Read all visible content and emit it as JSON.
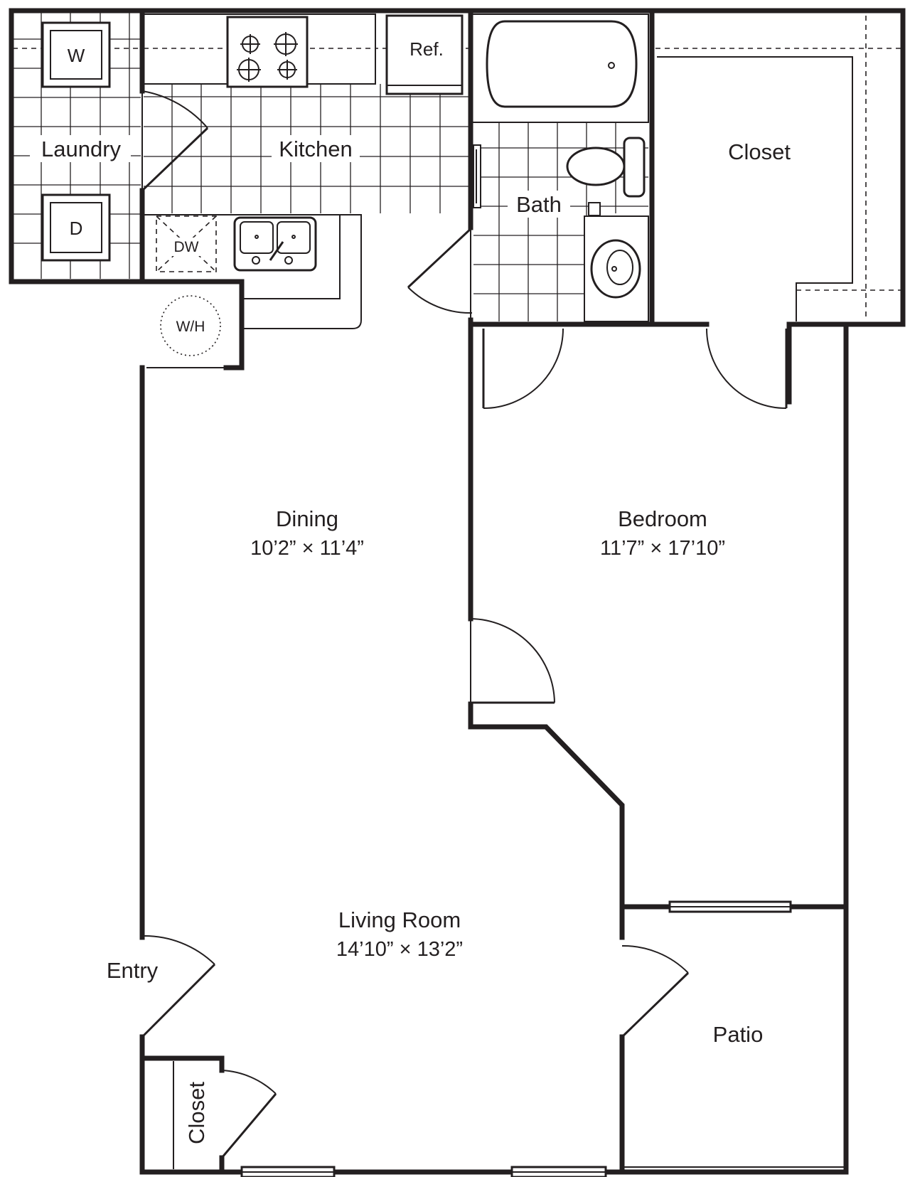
{
  "rooms": {
    "laundry": {
      "name": "Laundry",
      "washer": "W",
      "dryer": "D"
    },
    "kitchen": {
      "name": "Kitchen",
      "fridge": "Ref.",
      "dishwasher": "DW",
      "water_heater": "W/H"
    },
    "bath": {
      "name": "Bath"
    },
    "master_closet": {
      "name": "Closet"
    },
    "dining": {
      "name": "Dining",
      "size": "10’2” × 11’4”"
    },
    "bedroom": {
      "name": "Bedroom",
      "size": "11’7” × 17’10”"
    },
    "living": {
      "name": "Living Room",
      "size": "14’10” × 13’2”"
    },
    "entry": {
      "name": "Entry"
    },
    "patio": {
      "name": "Patio"
    },
    "entry_closet": {
      "name": "Closet"
    }
  }
}
